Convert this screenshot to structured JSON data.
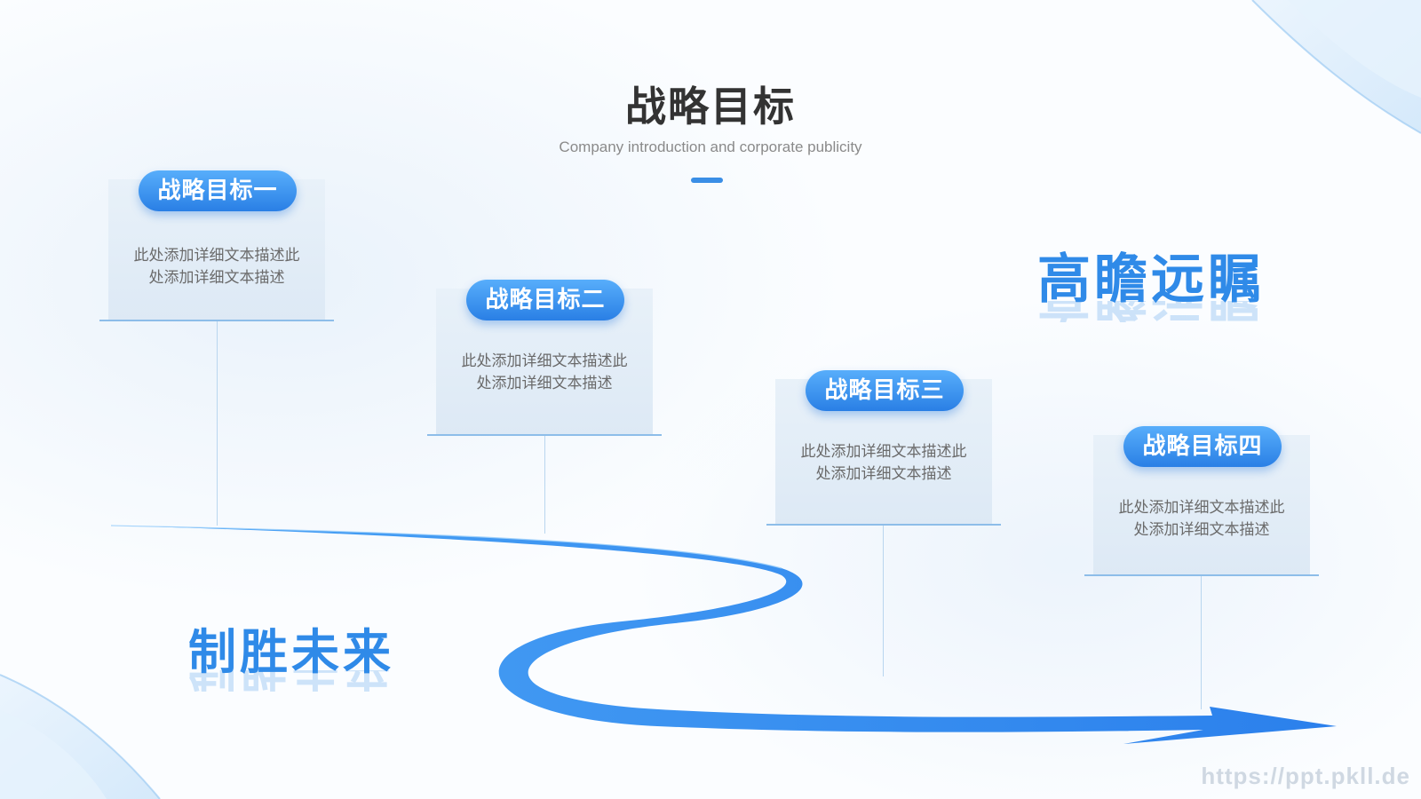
{
  "header": {
    "title": "战略目标",
    "subtitle": "Company introduction and corporate publicity"
  },
  "goals": [
    {
      "label": "战略目标一",
      "line1": "此处添加详细文本描述此",
      "line2": "处添加详细文本描述"
    },
    {
      "label": "战略目标二",
      "line1": "此处添加详细文本描述此",
      "line2": "处添加详细文本描述"
    },
    {
      "label": "战略目标三",
      "line1": "此处添加详细文本描述此",
      "line2": "处添加详细文本描述"
    },
    {
      "label": "战略目标四",
      "line1": "此处添加详细文本描述此",
      "line2": "处添加详细文本描述"
    }
  ],
  "slogans": {
    "right": "高瞻远瞩",
    "left": "制胜未来"
  },
  "watermark": "https://ppt.pkll.de",
  "colors": {
    "accent": "#2f8ae8",
    "pill_top": "#58aefb",
    "pill_bottom": "#2a7fe5",
    "card_bg": "#e4eef8",
    "title_text": "#333333",
    "body_text": "#6a6a6a"
  },
  "icons": {
    "path": "curved-road-arrow"
  }
}
